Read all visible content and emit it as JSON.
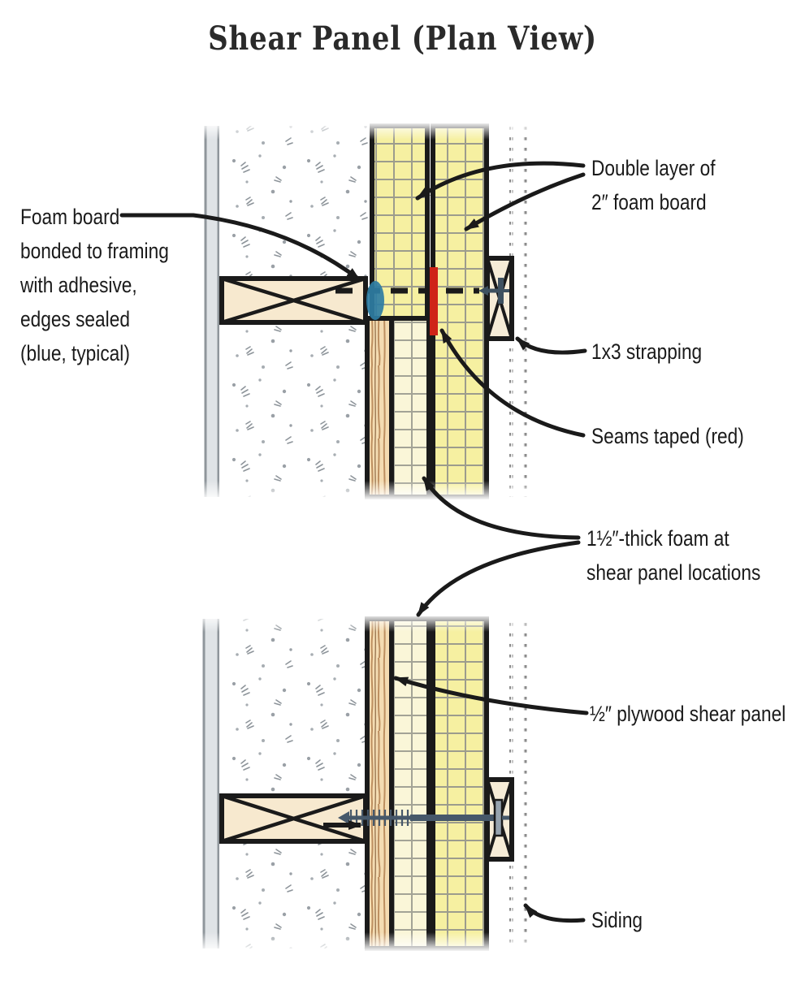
{
  "title": "Shear Panel (Plan View)",
  "labels": {
    "foam_board_note": [
      "Foam board",
      "bonded to framing",
      "with adhesive,",
      "edges sealed",
      "(blue, typical)"
    ],
    "double_layer": [
      "Double layer of",
      "2″ foam board"
    ],
    "strapping": "1x3 strapping",
    "seams_taped": "Seams taped (red)",
    "thick_foam": [
      "1½″-thick foam at",
      "shear panel locations"
    ],
    "plywood": "½″ plywood shear panel",
    "siding": "Siding"
  },
  "palette": {
    "ink": "#1a1a1a",
    "foam_yellow": "#f6f0a1",
    "foam_light": "#faf6d8",
    "grid_line": "#9c9c8d",
    "tape_red": "#cf2318",
    "adhesive_blue": "#2e7da3",
    "plywood_tan": "#f4dcb2",
    "stud_cream": "#f7e9cf",
    "gypsum_gray": "#dfe3e6",
    "screw_slate": "#46586a",
    "siding_dot_gray": "#8b8b8b"
  }
}
